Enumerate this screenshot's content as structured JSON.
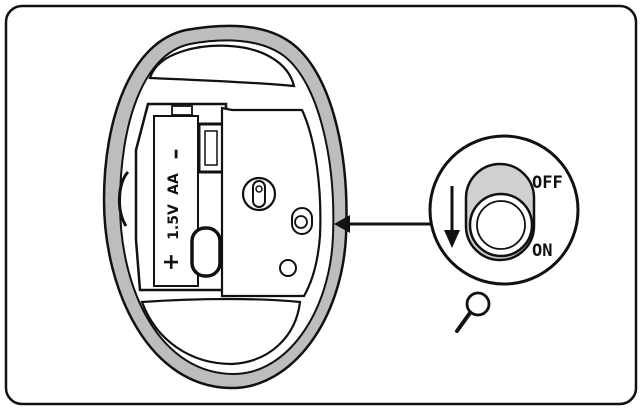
{
  "battery": {
    "voltage": "1.5V",
    "type": "AA",
    "plus": "+",
    "minus": "–"
  },
  "switch": {
    "off_label": "OFF",
    "on_label": "ON"
  },
  "icons": {
    "magnifier": "magnifier-icon",
    "arrow": "pointer-arrow-icon",
    "direction": "direction-arrow-icon"
  },
  "colors": {
    "stroke": "#111111",
    "shell_fill": "#bdbdbd",
    "inner_fill": "#ffffff",
    "switch_fill": "#d0d0d0",
    "background": "#ffffff"
  }
}
